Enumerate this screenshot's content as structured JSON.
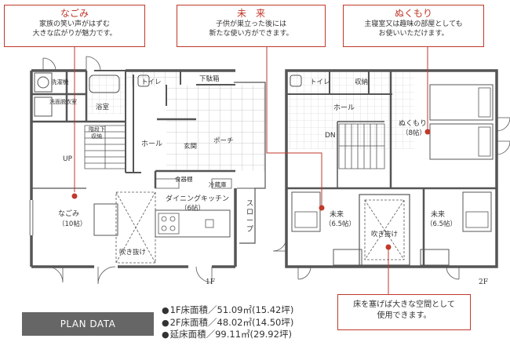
{
  "callouts": {
    "nagomi": {
      "title": "なごみ",
      "body": [
        "家族の笑い声がはずむ",
        "大きな広がりが魅力です。"
      ]
    },
    "mirai": {
      "title": "未　来",
      "body": [
        "子供が巣立った後には",
        "新たな使い方ができます。"
      ]
    },
    "nukumori": {
      "title": "ぬくもり",
      "body": [
        "主寝室又は趣味の部屋としても",
        "お使いいただけます。"
      ]
    },
    "fukinuke": {
      "body": [
        "床を塞げば大きな空間として",
        "使用できます。"
      ]
    }
  },
  "floor1": {
    "label": "1F",
    "rooms": {
      "sentakuki": "洗濯機",
      "senmen": "洗面脱衣室",
      "yokushitsu": "浴室",
      "toilet": "トイレ",
      "getabako": "下駄箱",
      "kaidanshita1": "階段下",
      "kaidanshita2": "収納",
      "hall": "ホール",
      "genkan": "玄関",
      "porch": "ポーチ",
      "up": "UP",
      "shokkidana": "食器棚",
      "reizoko": "冷蔵庫",
      "dining1": "ダイニングキッチン",
      "dining2": "（6帖）",
      "nagomi1": "なごみ",
      "nagomi2": "（10帖）",
      "fukinuke": "吹き抜け",
      "slope": [
        "ス",
        "ロ",
        "ー",
        "プ"
      ]
    }
  },
  "floor2": {
    "label": "2F",
    "rooms": {
      "toilet": "トイレ",
      "shuno": "収納",
      "hall": "ホール",
      "dn": "DN",
      "nukumori1": "ぬくもり",
      "nukumori2": "（8帖）",
      "mirai_l1": "未来",
      "mirai_l2": "（6.5帖）",
      "mirai_r1": "未来",
      "mirai_r2": "（6.5帖）",
      "fukinuke": "吹き抜け"
    }
  },
  "plan_data": {
    "label": "PLAN DATA",
    "rows": [
      "1F床面積／51.09㎡(15.42坪)",
      "2F床面積／48.02㎡(14.50坪)",
      "延床面積／99.11㎡(29.92坪)"
    ]
  },
  "colors": {
    "accent": "#c0392b",
    "wall": "#555555",
    "tile": "#bbbbbb"
  }
}
